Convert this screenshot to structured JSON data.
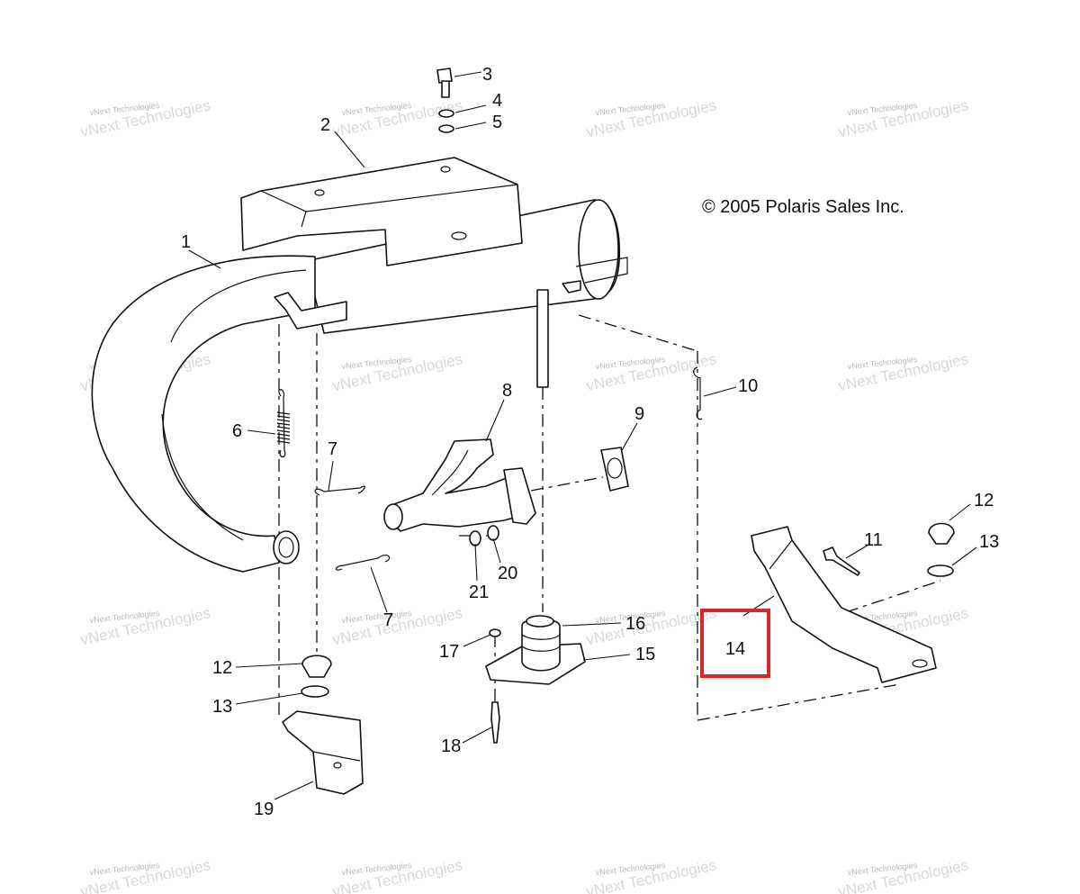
{
  "copyright": "© 2005 Polaris Sales Inc.",
  "watermark": "vNext Technologies",
  "highlight_color": "#d8282a",
  "callouts": [
    {
      "id": "c1",
      "text": "1"
    },
    {
      "id": "c2",
      "text": "2"
    },
    {
      "id": "c3",
      "text": "3"
    },
    {
      "id": "c4",
      "text": "4"
    },
    {
      "id": "c5",
      "text": "5"
    },
    {
      "id": "c6",
      "text": "6"
    },
    {
      "id": "c7a",
      "text": "7"
    },
    {
      "id": "c7b",
      "text": "7"
    },
    {
      "id": "c8",
      "text": "8"
    },
    {
      "id": "c9",
      "text": "9"
    },
    {
      "id": "c10",
      "text": "10"
    },
    {
      "id": "c11",
      "text": "11"
    },
    {
      "id": "c12a",
      "text": "12"
    },
    {
      "id": "c12b",
      "text": "12"
    },
    {
      "id": "c13a",
      "text": "13"
    },
    {
      "id": "c13b",
      "text": "13"
    },
    {
      "id": "c14",
      "text": "14"
    },
    {
      "id": "c15",
      "text": "15"
    },
    {
      "id": "c16",
      "text": "16"
    },
    {
      "id": "c17",
      "text": "17"
    },
    {
      "id": "c18",
      "text": "18"
    },
    {
      "id": "c19",
      "text": "19"
    },
    {
      "id": "c20",
      "text": "20"
    },
    {
      "id": "c21",
      "text": "21"
    }
  ]
}
